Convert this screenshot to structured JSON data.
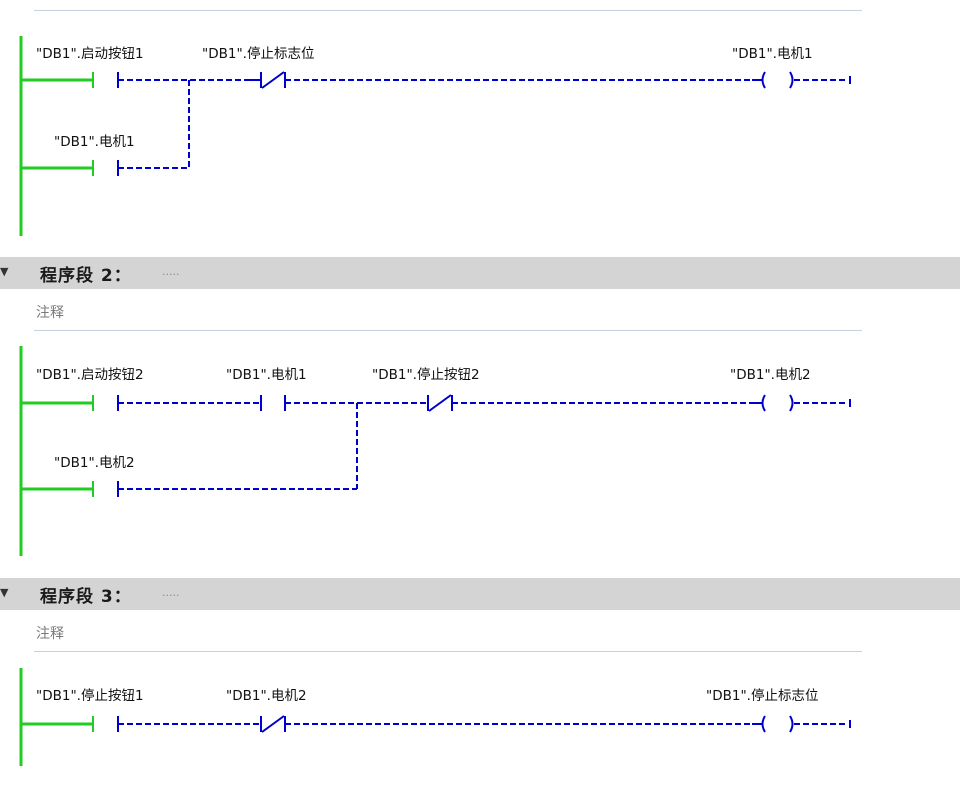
{
  "segments": [
    {
      "title": "",
      "comment": "",
      "labels": {
        "c1": "\"DB1\".启动按钮1",
        "c2": "\"DB1\".停止标志位",
        "coil": "\"DB1\".电机1",
        "b1": "\"DB1\".电机1"
      }
    },
    {
      "title": "程序段 2：",
      "dots": ".....",
      "comment": "注释",
      "labels": {
        "c1": "\"DB1\".启动按钮2",
        "c2": "\"DB1\".电机1",
        "c3": "\"DB1\".停止按钮2",
        "coil": "\"DB1\".电机2",
        "b1": "\"DB1\".电机2"
      }
    },
    {
      "title": "程序段 3：",
      "dots": ".....",
      "comment": "注释",
      "labels": {
        "c1": "\"DB1\".停止按钮1",
        "c2": "\"DB1\".电机2",
        "coil": "\"DB1\".停止标志位"
      }
    }
  ],
  "colors": {
    "rail": "#22cc22",
    "wire": "#0000cc",
    "header_bg": "#d4d4d4"
  },
  "icons": {
    "collapse": "chevron-down-icon"
  }
}
